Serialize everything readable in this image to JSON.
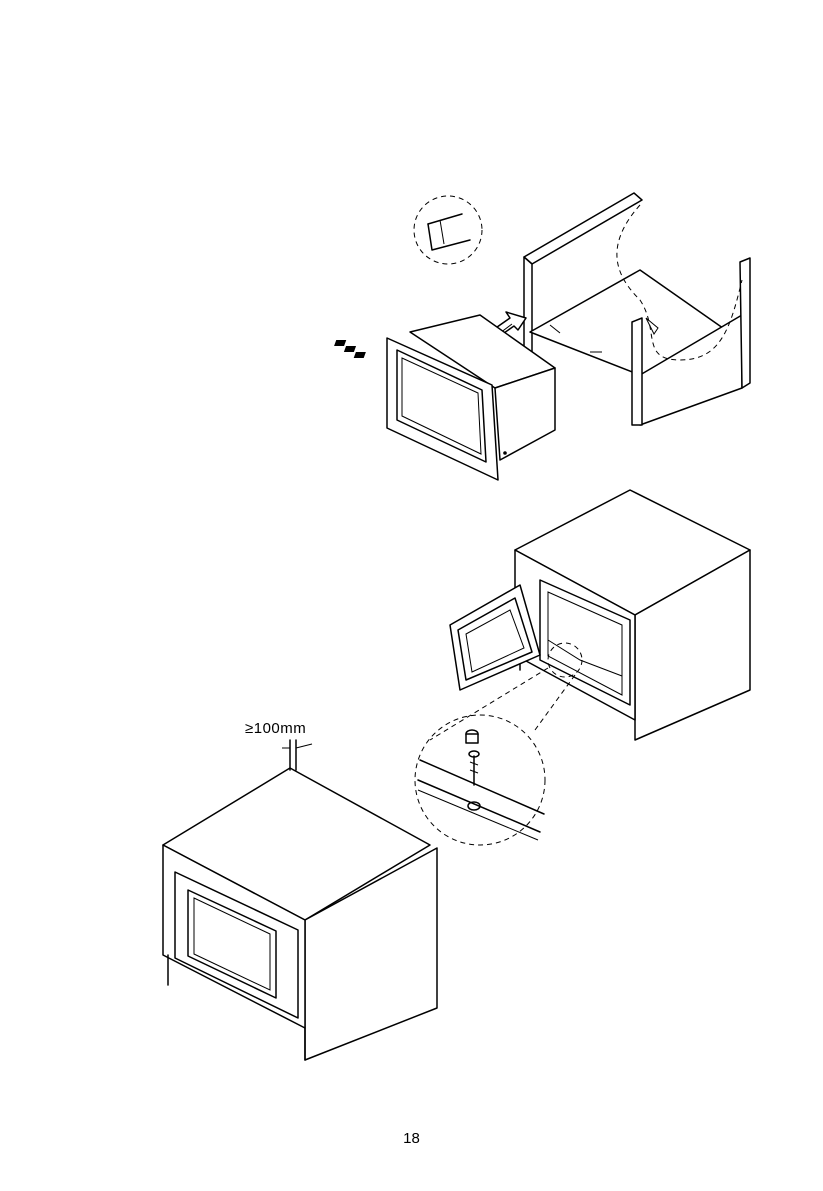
{
  "document": {
    "clearance_label": "≥100mm",
    "page_number": "18"
  },
  "figures": {
    "step1": "cabinet-insertion",
    "step2": "screw-fixing",
    "step3": "clearance"
  }
}
